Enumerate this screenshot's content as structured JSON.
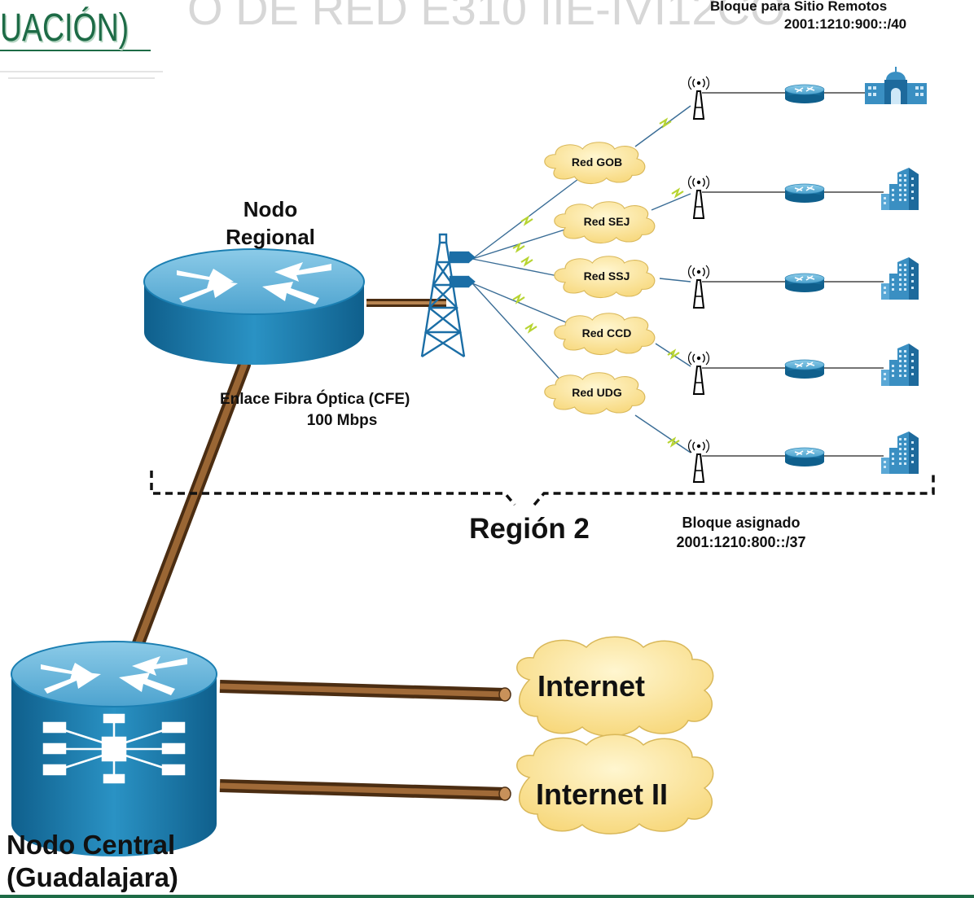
{
  "header": {
    "slide_title_fragment": "UACIÓN)",
    "faded_background_text": "O DE RED E310 IIE-IVI12CO"
  },
  "remote_block": {
    "title": "Bloque para Sitio Remotos",
    "prefix": "2001:1210:900::/40"
  },
  "regional_node": {
    "label": "Nodo Regional"
  },
  "fiber_link": {
    "label": "Enlace Fibra Óptica (CFE)",
    "speed": "100 Mbps"
  },
  "networks": [
    {
      "label": "Red GOB",
      "site_icon": "government-building-icon"
    },
    {
      "label": "Red SEJ",
      "site_icon": "office-building-icon"
    },
    {
      "label": "Red SSJ",
      "site_icon": "office-building-icon"
    },
    {
      "label": "Red CCD",
      "site_icon": "office-building-icon"
    },
    {
      "label": "Red UDG",
      "site_icon": "office-building-icon"
    }
  ],
  "region": {
    "label": "Región 2",
    "block_title": "Bloque asignado",
    "block_prefix": "2001:1210:800::/37"
  },
  "central_node": {
    "label": "Nodo Central (Guadalajara)"
  },
  "external_networks": [
    {
      "label": "Internet"
    },
    {
      "label": "Internet II"
    }
  ],
  "colors": {
    "router_top": "#5fb2d8",
    "router_side": "#1b7fb2",
    "cloud_fill": "#fce49a",
    "cable": "#7a4e26",
    "footer_line": "#1d6b46",
    "title_green": "#1d6b46"
  }
}
